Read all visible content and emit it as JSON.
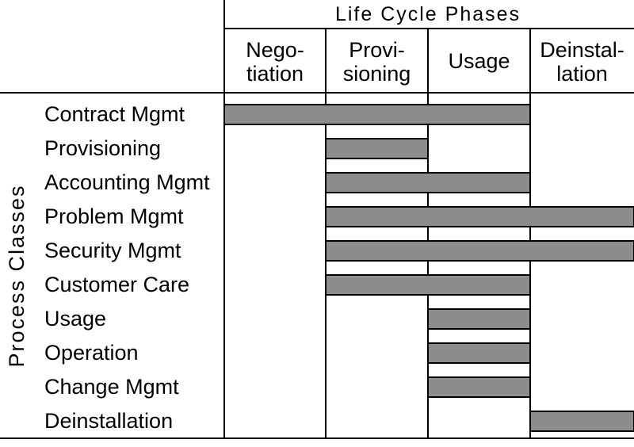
{
  "title": "Life Cycle Phases",
  "row_axis_label": "Process Classes",
  "phases": [
    {
      "lines": [
        "Nego-",
        "tiation"
      ]
    },
    {
      "lines": [
        "Provi-",
        "sioning"
      ]
    },
    {
      "lines": [
        "Usage"
      ]
    },
    {
      "lines": [
        "Deinstal-",
        "lation"
      ]
    }
  ],
  "rows": [
    {
      "label": "Contract Mgmt",
      "phases": [
        1,
        3
      ]
    },
    {
      "label": "Provisioning",
      "phases": [
        2,
        2
      ]
    },
    {
      "label": "Accounting Mgmt",
      "phases": [
        2,
        3
      ]
    },
    {
      "label": "Problem Mgmt",
      "phases": [
        2,
        4
      ]
    },
    {
      "label": "Security Mgmt",
      "phases": [
        2,
        4
      ]
    },
    {
      "label": "Customer Care",
      "phases": [
        2,
        3
      ]
    },
    {
      "label": "Usage",
      "phases": [
        3,
        3
      ]
    },
    {
      "label": "Operation",
      "phases": [
        3,
        3
      ]
    },
    {
      "label": "Change Mgmt",
      "phases": [
        3,
        3
      ]
    },
    {
      "label": "Deinstallation",
      "phases": [
        4,
        4
      ]
    }
  ],
  "colors": {
    "bar": "#8c8c8c",
    "line": "#000000"
  }
}
